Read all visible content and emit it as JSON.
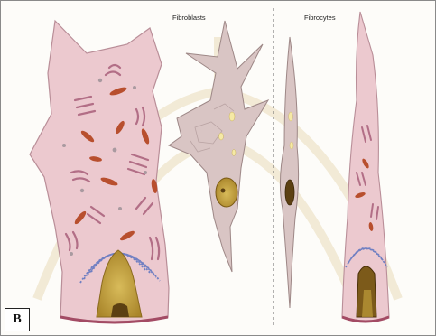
{
  "figure": {
    "headings": {
      "left": "Fibroblasts",
      "right": "Fibrocytes"
    },
    "panel_letter": "B"
  },
  "colors": {
    "cytoplasm": "#ecc9cf",
    "cytoplasm_edge": "#b98e98",
    "mitochondria": "#b84f2e",
    "rough_er": "#b26e86",
    "golgi": "#6f7fc2",
    "nucleus": "#c9a640",
    "nucleolus": "#5c4012",
    "grey_cell": "#d9c5c4",
    "watermark": "#eee3c8"
  }
}
